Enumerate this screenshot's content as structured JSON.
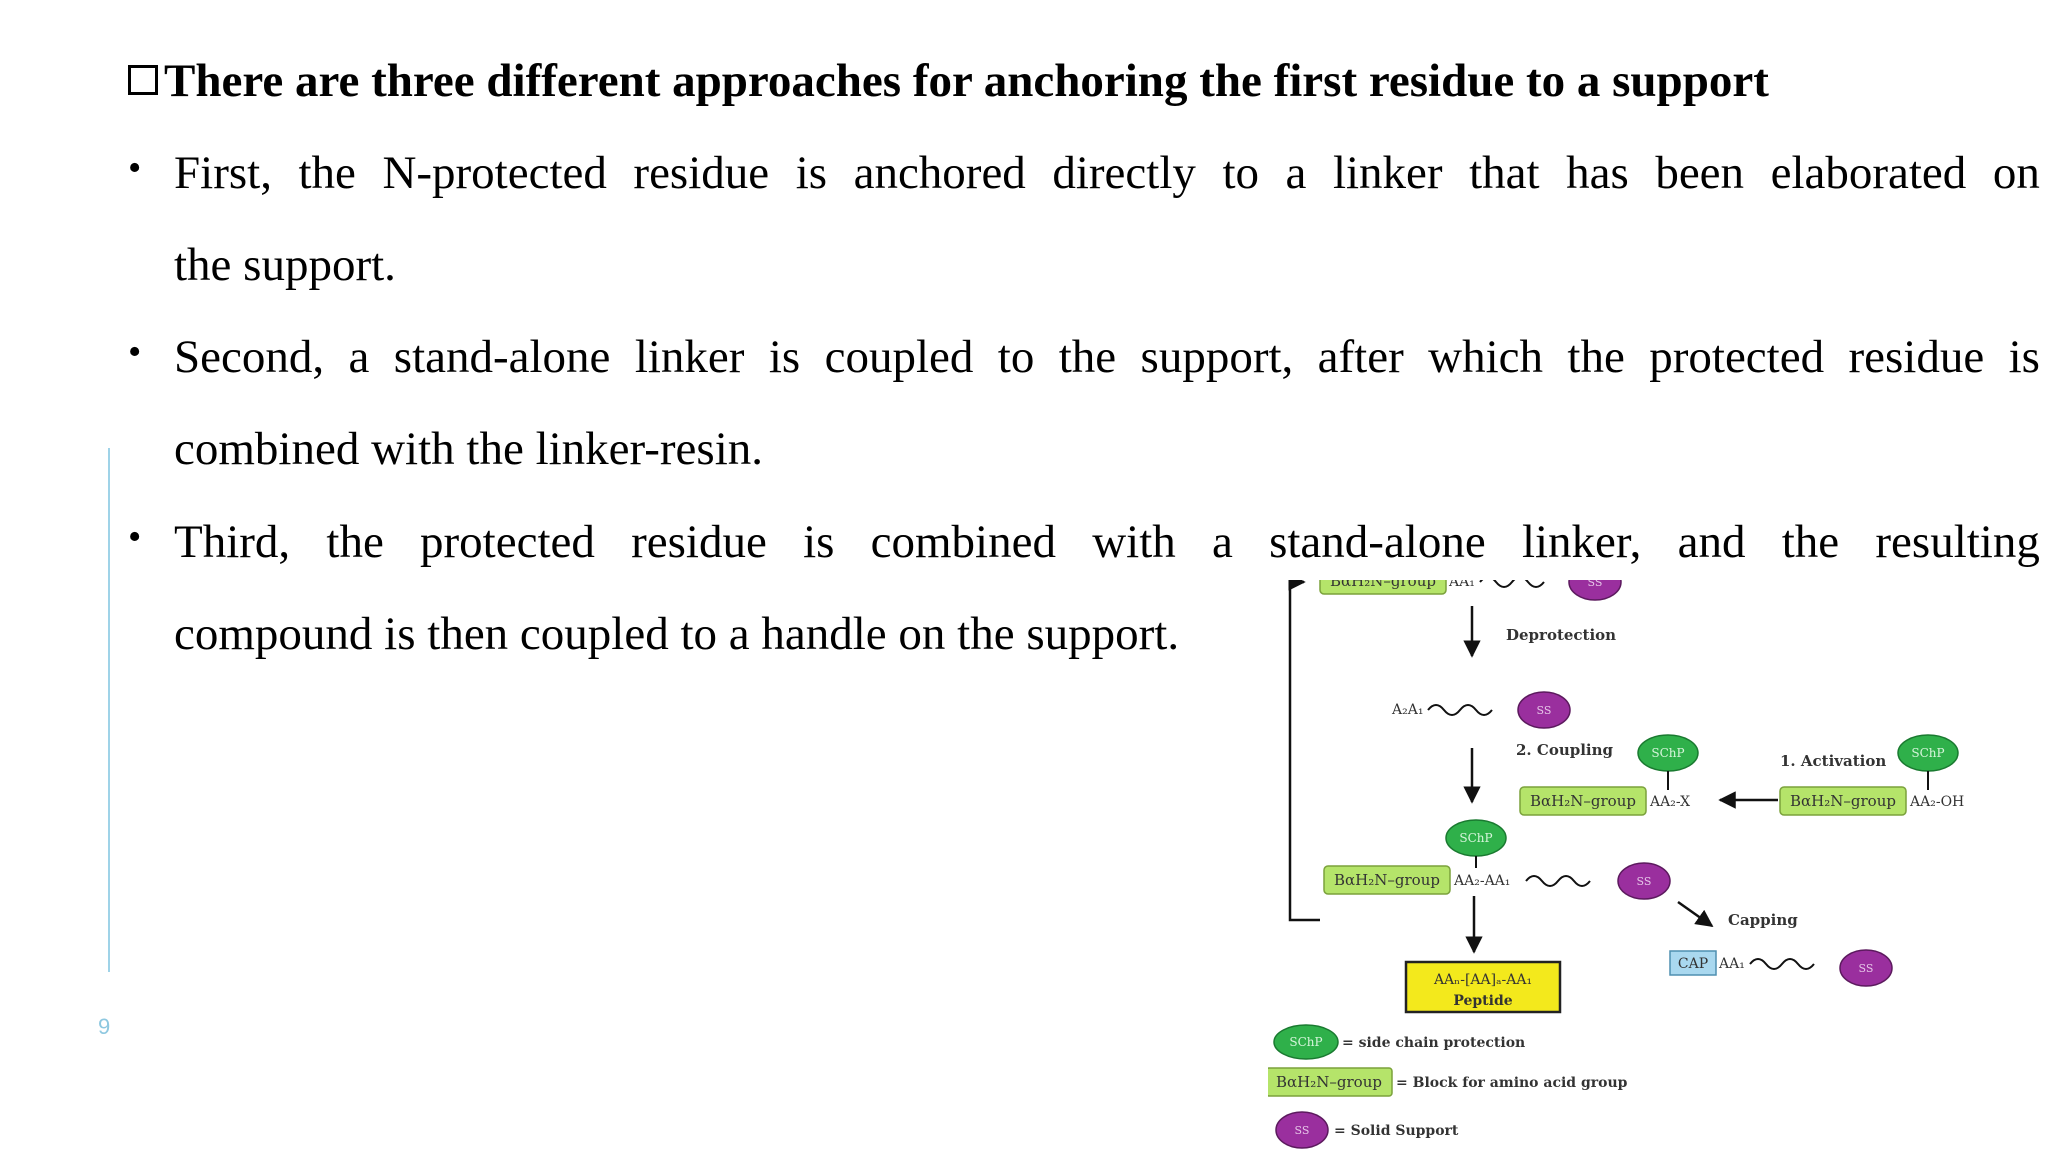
{
  "heading": "There are three different approaches for anchoring the first residue to a support",
  "bullets": [
    {
      "line1_words": [
        "First,",
        "the",
        "N-protected",
        "residue",
        "is",
        "anchored",
        "directly",
        "to",
        "a",
        "linker",
        "that",
        "has",
        "been",
        "elaborated",
        "on"
      ],
      "line2": "the support."
    },
    {
      "line1_words": [
        "Second,",
        "a",
        "stand-alone",
        "linker",
        "is",
        "coupled",
        "to",
        "the",
        "support,",
        "after",
        "which",
        "the",
        "protected",
        "residue",
        "is"
      ],
      "line2": "combined with the linker-resin."
    },
    {
      "line1_words": [
        "Third,",
        "the",
        "protected",
        "residue",
        "is",
        "combined",
        "with",
        "a",
        "stand-alone",
        "linker,",
        "and",
        "the",
        "resulting"
      ],
      "line2": "compound is then coupled to a handle on the support."
    }
  ],
  "page_number": "9",
  "diagram": {
    "ss": "SS",
    "schp": "SChP",
    "block": "BαH₂N–group",
    "aa1": "AA₁",
    "a2a1": "A₂A₁",
    "aa2x": "AA₂-X",
    "aa2oh": "AA₂-OH",
    "aa2aa1": "AA₂-AA₁",
    "deprotection": "Deprotection",
    "coupling": "2. Coupling",
    "activation": "1. Activation",
    "capping": "Capping",
    "cap": "CAP",
    "peptide_line1": "AAₙ-[AA]ₐ-AA₁",
    "peptide_line2": "Peptide",
    "legend_schp": "= side chain protection",
    "legend_block": "= Block for amino acid group",
    "legend_ss": "= Solid Support",
    "colors": {
      "green_block": "#b5e46a",
      "green_circle": "#2fb04a",
      "purple_circle": "#9a2f9e",
      "yellow": "#f3e91c",
      "blue": "#a9d8ef"
    }
  }
}
